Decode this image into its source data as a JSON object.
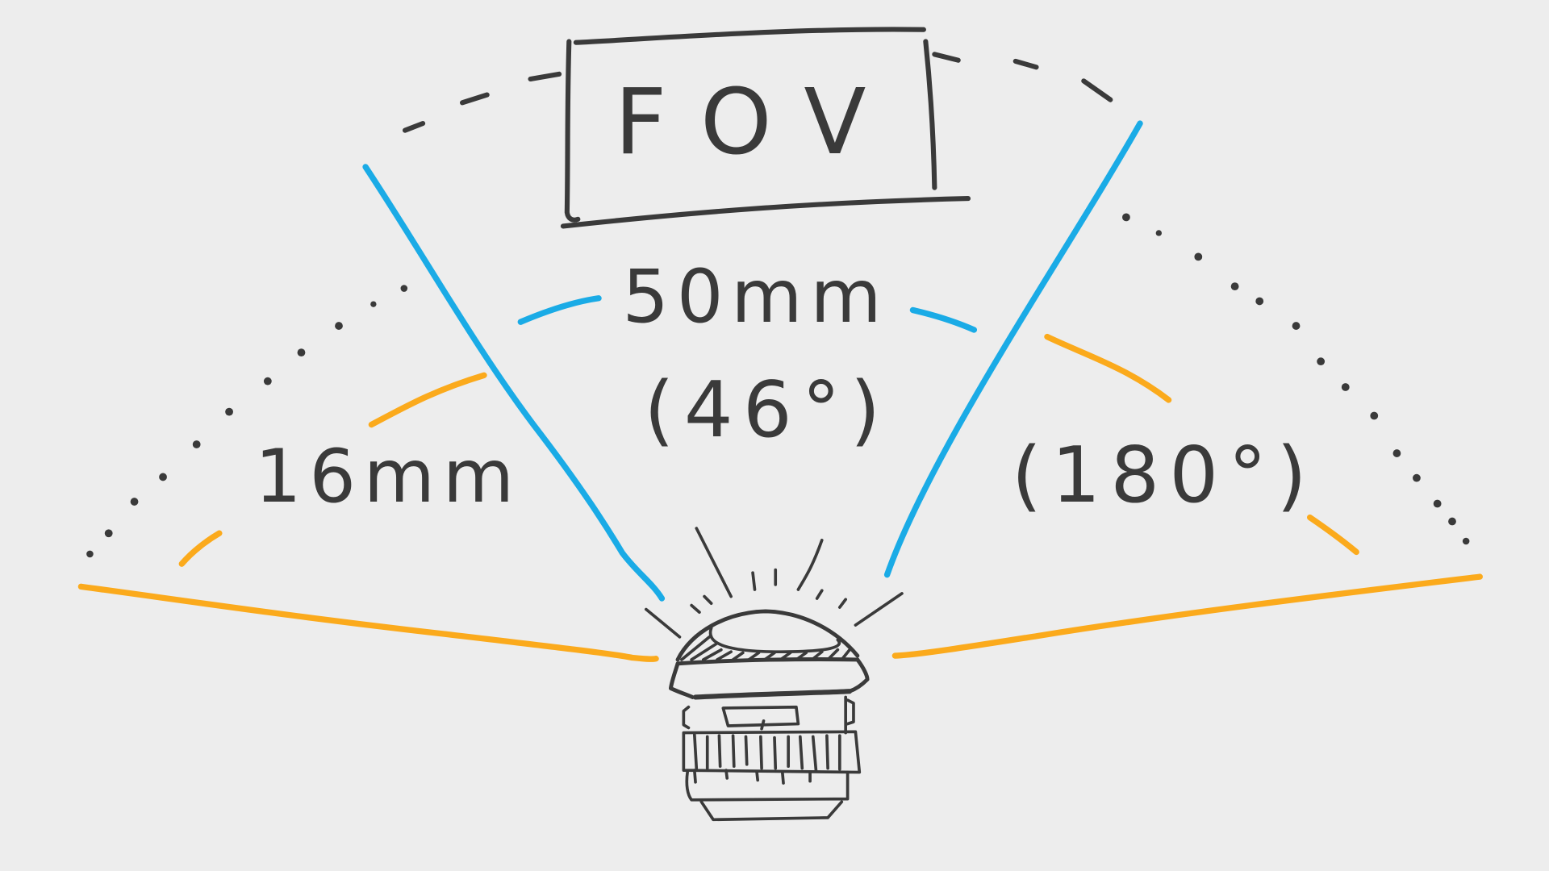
{
  "diagram": {
    "title": "FOV",
    "background_color": "#ededed",
    "colors": {
      "ink": "#3a3a3a",
      "normal_lens_fov": "#1aabe6",
      "fisheye_lens_fov": "#fbaa1c"
    },
    "lenses": [
      {
        "focal_length": "50mm",
        "angle": "(46°)",
        "color": "#1aabe6"
      },
      {
        "focal_length": "16mm",
        "angle": "(180°)",
        "color": "#fbaa1c"
      }
    ],
    "labels": {
      "normal_focal": "50mm",
      "normal_angle": "(46°)",
      "wide_focal": "16mm",
      "wide_angle": "(180°)"
    },
    "icons": {
      "lens": "camera-lens-icon"
    }
  }
}
